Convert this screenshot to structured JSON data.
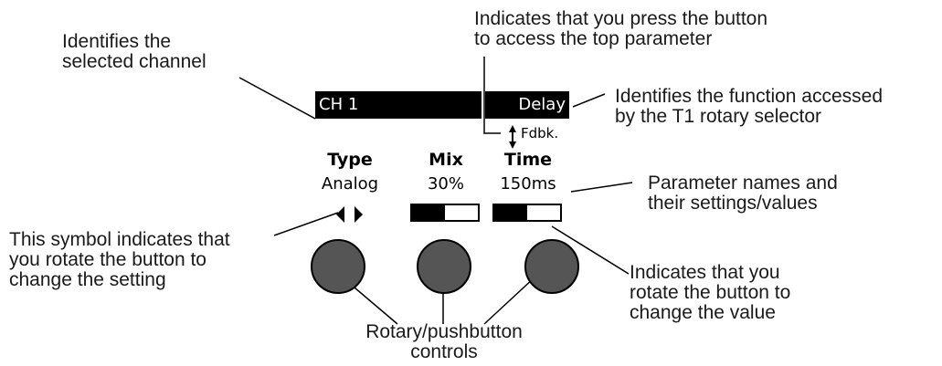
{
  "callouts": {
    "selected_channel": [
      "Identifies the",
      "selected channel"
    ],
    "press_button": [
      "Indicates that you press the button",
      "to access the top parameter"
    ],
    "function_accessed": [
      "Identifies the function accessed",
      "by the T1 rotary selector"
    ],
    "parameter_names": [
      "Parameter names and",
      "their settings/values"
    ],
    "rotate_symbol": [
      "This symbol indicates that",
      "you rotate the button to",
      "change the setting"
    ],
    "rotate_value": [
      "Indicates that you",
      "rotate the button to",
      "change the value"
    ],
    "controls": [
      "Rotary/pushbutton",
      "controls"
    ]
  },
  "display": {
    "channel": "CH 1",
    "function": "Delay",
    "top_parameter": "Fdbk.",
    "params": [
      {
        "name": "Type",
        "value": "Analog",
        "indicator": "rotate-arrows"
      },
      {
        "name": "Mix",
        "value": "30%",
        "indicator": "meter",
        "level": 0.5
      },
      {
        "name": "Time",
        "value": "150ms",
        "indicator": "meter",
        "level": 0.5
      }
    ]
  },
  "knob_color": "#555555"
}
